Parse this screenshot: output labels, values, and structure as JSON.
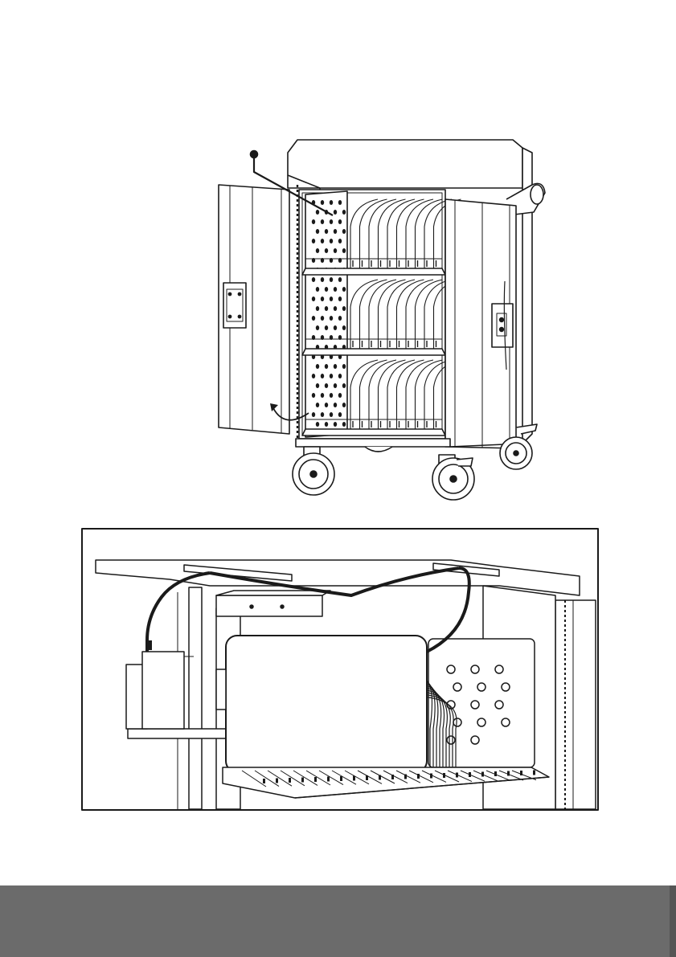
{
  "colors": {
    "background": "#ffffff",
    "line": "#1a1a1a",
    "footer_bar": "#6b6b6b",
    "footer_edge": "#555555"
  },
  "figures": {
    "cart_illustration": {
      "shelves": 3,
      "slots_per_shelf": 10
    },
    "cabling_detail": {
      "vent_holes": 14
    }
  }
}
